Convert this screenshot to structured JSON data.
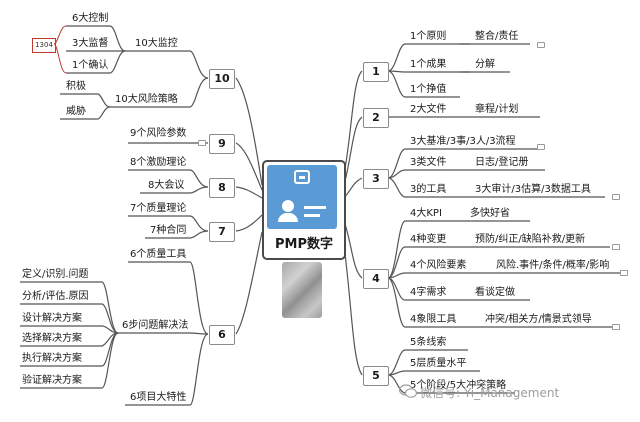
{
  "center": {
    "title": "PMP数字"
  },
  "ref_label": "1304",
  "watermark": "微信号: Yi_Management",
  "right": [
    {
      "num": "1",
      "items": [
        {
          "label": "1个原则",
          "detail": "整合/责任"
        },
        {
          "label": "1个成果",
          "detail": "分解"
        },
        {
          "label": "1个挣值",
          "detail": ""
        }
      ]
    },
    {
      "num": "2",
      "items": [
        {
          "label": "2大文件",
          "detail": "章程/计划"
        }
      ]
    },
    {
      "num": "3",
      "items": [
        {
          "label": "3大基准/3事/3人/3流程",
          "detail": ""
        },
        {
          "label": "3类文件",
          "detail": "日志/登记册"
        },
        {
          "label": "3的工具",
          "detail": "3大审计/3估算/3数据工具"
        }
      ]
    },
    {
      "num": "4",
      "items": [
        {
          "label": "4大KPI",
          "detail": "多快好省"
        },
        {
          "label": "4种变更",
          "detail": "预防/纠正/缺陷补救/更新"
        },
        {
          "label": "4个风险要素",
          "detail": "风险.事件/条件/概率/影响"
        },
        {
          "label": "4字需求",
          "detail": "看谈定做"
        },
        {
          "label": "4象限工具",
          "detail": "冲突/相关方/情景式领导"
        }
      ]
    },
    {
      "num": "5",
      "items": [
        {
          "label": "5条线索",
          "detail": ""
        },
        {
          "label": "5层质量水平",
          "detail": ""
        },
        {
          "label": "5个阶段/5大冲突策略",
          "detail": ""
        }
      ]
    }
  ],
  "left": [
    {
      "num": "10",
      "items": [
        {
          "label": "10大监控",
          "subs": [
            "6大控制",
            "3大监督",
            "1个确认"
          ]
        },
        {
          "label": "10大风险策略",
          "subs": [
            "积极",
            "威胁"
          ]
        }
      ]
    },
    {
      "num": "9",
      "items": [
        {
          "label": "9个风险参数",
          "subs": []
        }
      ]
    },
    {
      "num": "8",
      "items": [
        {
          "label": "8个激励理论",
          "subs": []
        },
        {
          "label": "8大会议",
          "subs": []
        }
      ]
    },
    {
      "num": "7",
      "items": [
        {
          "label": "7个质量理论",
          "subs": []
        },
        {
          "label": "7种合同",
          "subs": []
        }
      ]
    },
    {
      "num": "6",
      "items": [
        {
          "label": "6个质量工具",
          "subs": []
        },
        {
          "label": "6步问题解决法",
          "subs": [
            "定义/识别.问题",
            "分析/评估.原因",
            "设计解决方案",
            "选择解决方案",
            "执行解决方案",
            "验证解决方案"
          ]
        },
        {
          "label": "6项目大特性",
          "subs": []
        }
      ]
    }
  ],
  "colors": {
    "line": "#555555",
    "accent": "#5b9bd5",
    "ref_border": "#c0392b"
  }
}
